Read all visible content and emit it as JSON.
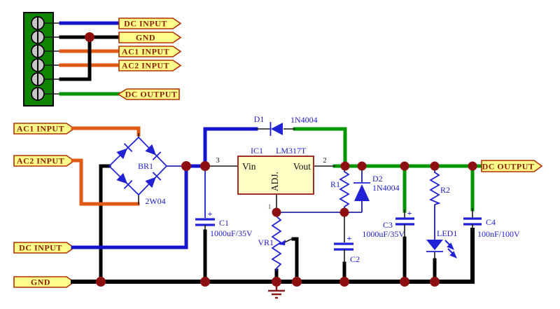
{
  "labels": {
    "dc_input": "DC INPUT",
    "gnd": "GND",
    "ac1_input": "AC1 INPUT",
    "ac2_input": "AC2 INPUT",
    "dc_output": "DC OUTPUT",
    "plus": "+"
  },
  "components": {
    "br1": {
      "ref": "BR1",
      "value": "2W04"
    },
    "d1": {
      "ref": "D1",
      "value": "1N4004"
    },
    "ic1": {
      "ref": "IC1",
      "value": "LM317T",
      "pin_vin": "Vin",
      "pin_vout": "Vout",
      "pin_adj": "ADJ.",
      "num_vin": "3",
      "num_vout": "2",
      "num_adj": "1"
    },
    "c1": {
      "ref": "C1",
      "value": "1000uF/35V"
    },
    "vr1": {
      "ref": "VR1"
    },
    "r1": {
      "ref": "R1"
    },
    "d2": {
      "ref": "D2",
      "value": "1N4004"
    },
    "c2": {
      "ref": "C2"
    },
    "c3": {
      "ref": "C3",
      "value": "1000uF/35V"
    },
    "r2": {
      "ref": "R2"
    },
    "led1": {
      "ref": "LED1"
    },
    "c4": {
      "ref": "C4",
      "value": "100nF/100V"
    }
  },
  "colors": {
    "wire_blue": "#1414CC",
    "wire_green": "#009600",
    "wire_orange": "#E05A14",
    "wire_black": "#000000",
    "junction_dot": "#8E0F0F",
    "flag_fill": "#FFFF8C",
    "flag_border": "#B23000",
    "flag_text": "#8B2000",
    "component_blue": "#2121D6",
    "label_blue": "#2020C8",
    "ic_fill": "#FFFFC6",
    "ic_border": "#A52A2A",
    "terminal_block_green": "#0F8500",
    "ground_symbol": "#8B1A1A"
  }
}
